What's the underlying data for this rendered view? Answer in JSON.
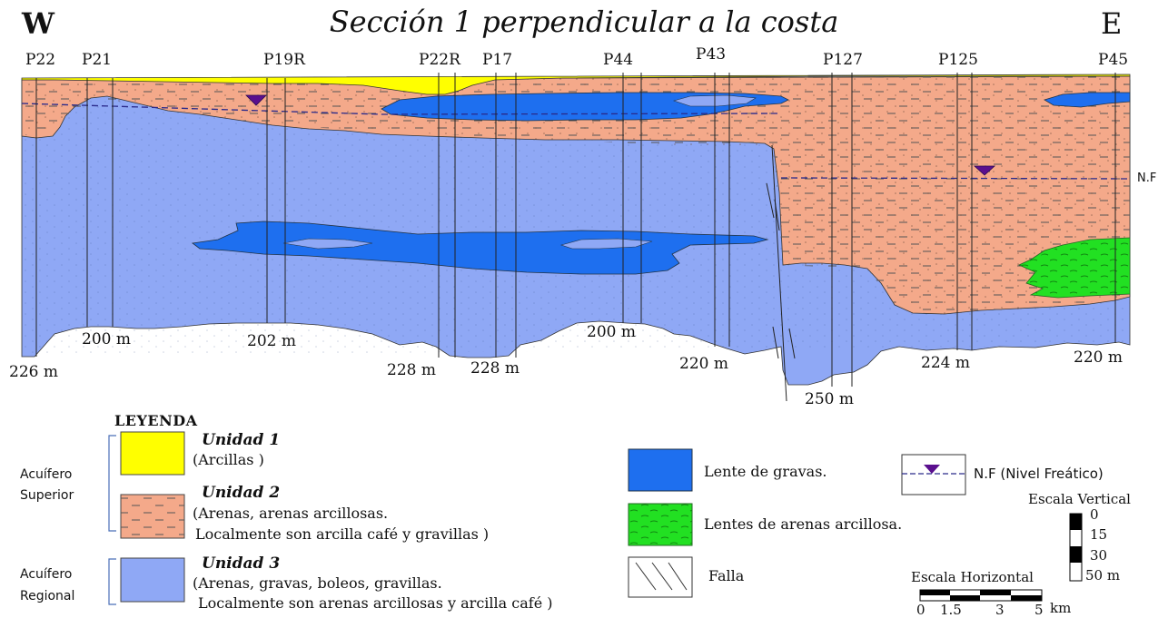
{
  "title": "Sección 1 perpendicular a la costa",
  "directions": {
    "west": "W",
    "east": "E"
  },
  "wells": [
    {
      "id": "P22",
      "label": "P22"
    },
    {
      "id": "P21",
      "label": "P21"
    },
    {
      "id": "P19R",
      "label": "P19R"
    },
    {
      "id": "P22R",
      "label": "P22R"
    },
    {
      "id": "P17",
      "label": "P17"
    },
    {
      "id": "P44",
      "label": "P44"
    },
    {
      "id": "P43",
      "label": "P43"
    },
    {
      "id": "P127",
      "label": "P127"
    },
    {
      "id": "P125",
      "label": "P125"
    },
    {
      "id": "P45",
      "label": "P45"
    }
  ],
  "depths": [
    "226 m",
    "200 m",
    "202 m",
    "228 m",
    "228 m",
    "200 m",
    "220 m",
    "250 m",
    "224 m",
    "220 m"
  ],
  "water_table_label": "N.F",
  "legend": {
    "title": "LEYENDA",
    "aquifer_upper": [
      "Acuífero",
      "Superior"
    ],
    "aquifer_regional": [
      "Acuífero",
      "Regional"
    ],
    "units": [
      {
        "name": "Unidad 1",
        "desc": [
          "(Arcillas )"
        ],
        "color": "#ffff00"
      },
      {
        "name": "Unidad 2",
        "desc": [
          "(Arenas, arenas arcillosas.",
          "Localmente son arcilla café y gravillas )"
        ],
        "color": "#f4a98a"
      },
      {
        "name": "Unidad 3",
        "desc": [
          "(Arenas, gravas, boleos, gravillas.",
          "Localmente son  arenas arcillosas y arcilla café )"
        ],
        "color": "#8fa8f5"
      }
    ],
    "gravel_lens": {
      "label": "Lente de gravas.",
      "color": "#1e6fef"
    },
    "clay_sand_lens": {
      "label": "Lentes de arenas arcillosa.",
      "color": "#22e022"
    },
    "fault": {
      "label": "Falla"
    },
    "water_table": {
      "label": "N.F (Nivel Freático)",
      "color": "#5a0f8e"
    }
  },
  "scales": {
    "vertical": {
      "title": "Escala Vertical",
      "ticks": [
        "0",
        "15",
        "30",
        "50 m"
      ]
    },
    "horizontal": {
      "title": "Escala Horizontal",
      "ticks": [
        "0",
        "1.5",
        "3",
        "5"
      ],
      "unit": "km"
    }
  }
}
